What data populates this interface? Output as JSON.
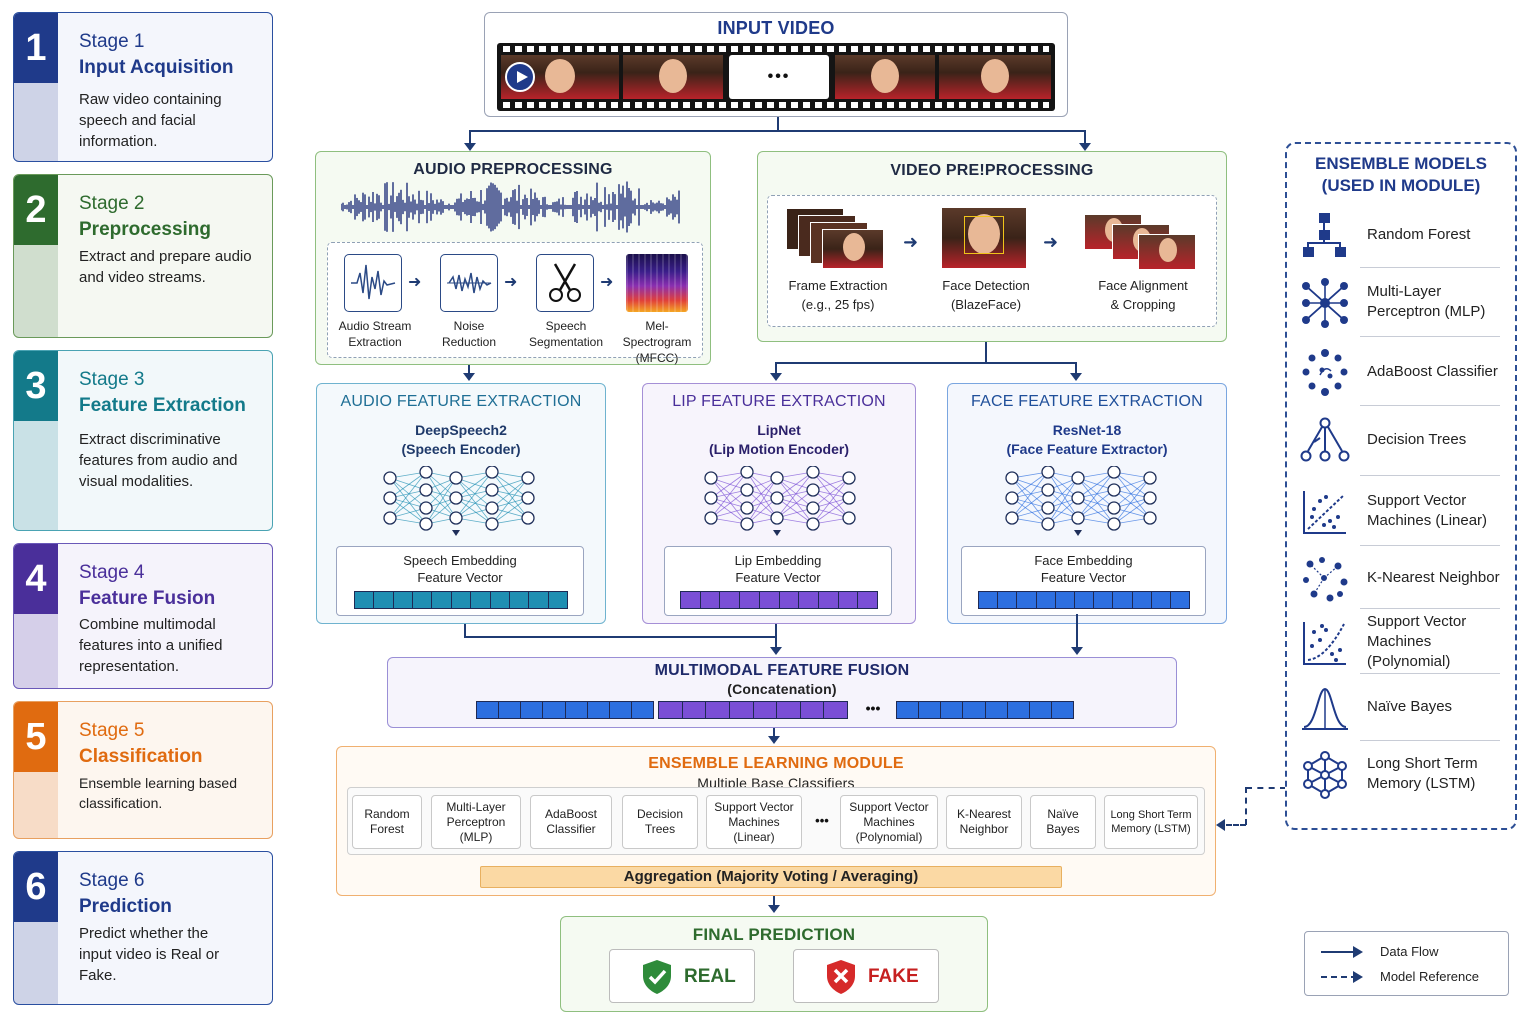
{
  "stages": [
    {
      "num": "1",
      "title": "Stage 1",
      "name": "Input Acquisition",
      "desc": "Raw video containing speech and facial information.",
      "color": "#1f3a8a"
    },
    {
      "num": "2",
      "title": "Stage 2",
      "name": "Preprocessing",
      "desc": "Extract and prepare audio and video streams.",
      "color": "#2e6b2e"
    },
    {
      "num": "3",
      "title": "Stage 3",
      "name": "Feature Extraction",
      "desc": "Extract discriminative features from audio and visual modalities.",
      "color": "#137a8a"
    },
    {
      "num": "4",
      "title": "Stage 4",
      "name": "Feature Fusion",
      "desc": "Combine multimodal features into a unified representation.",
      "color": "#4a2f9a"
    },
    {
      "num": "5",
      "title": "Stage 5",
      "name": "Classification",
      "desc": "Ensemble learning based classification.",
      "color": "#e06b10"
    },
    {
      "num": "6",
      "title": "Stage 6",
      "name": "Prediction",
      "desc": "Predict whether the input video is Real or Fake.",
      "color": "#1f3a8a"
    }
  ],
  "input_video": {
    "title": "INPUT VIDEO",
    "ellipsis": "•••"
  },
  "audio_pre": {
    "title": "AUDIO PREPROCESSING",
    "steps": [
      "Audio Stream Extraction",
      "Noise Reduction",
      "Speech Segmentation",
      "Mel-Spectrogram (MFCC)"
    ]
  },
  "video_pre": {
    "title": "VIDEO PRE!PROCESSING",
    "steps": [
      {
        "l1": "Frame Extraction",
        "l2": "(e.g., 25 fps)"
      },
      {
        "l1": "Face Detection",
        "l2": "(BlazeFace)"
      },
      {
        "l1": "Face Alignment",
        "l2": "& Cropping"
      }
    ]
  },
  "audio_feat": {
    "title": "AUDIO FEATURE EXTRACTION",
    "model": "DeepSpeech2",
    "model_sub": "(Speech Encoder)",
    "emb1": "Speech Embedding",
    "emb2": "Feature Vector",
    "color": "#1f8fb3"
  },
  "lip_feat": {
    "title": "LIP FEATURE EXTRACTION",
    "model": "LipNet",
    "model_sub": "(Lip Motion Encoder)",
    "emb1": "Lip Embedding",
    "emb2": "Feature Vector",
    "color": "#7a4fd6"
  },
  "face_feat": {
    "title": "FACE FEATURE EXTRACTION",
    "model": "ResNet-18",
    "model_sub": "(Face Feature Extractor)",
    "emb1": "Face Embedding",
    "emb2": "Feature Vector",
    "color": "#2d6fe0"
  },
  "fusion": {
    "title": "MULTIMODAL FEATURE FUSION",
    "sub": "(Concatenation)",
    "ellipsis": "•••"
  },
  "ensemble_module": {
    "title": "ENSEMBLE LEARNING MODULE",
    "sub": "Multiple Base Classifiers",
    "classifiers": [
      "Random Forest",
      "Multi-Layer Perceptron (MLP)",
      "AdaBoost Classifier",
      "Decision Trees",
      "Support Vector Machines (Linear)",
      "Support Vector Machines (Polynomial)",
      "K-Nearest Neighbor",
      "Naïve Bayes",
      "Long Short Term Memory (LSTM)"
    ],
    "ellipsis": "•••",
    "aggregation": "Aggregation (Majority Voting / Averaging)"
  },
  "final": {
    "title": "FINAL PREDICTION",
    "real": "REAL",
    "fake": "FAKE"
  },
  "ensemble_models": {
    "title1": "ENSEMBLE MODELS",
    "title2": "(USED IN MODULE)",
    "items": [
      {
        "name": "Random Forest",
        "icon": "tree-hierarchy-icon"
      },
      {
        "name": "Multi-Layer Perceptron (MLP)",
        "icon": "network-icon"
      },
      {
        "name": "AdaBoost Classifier",
        "icon": "dots-cluster-icon"
      },
      {
        "name": "Decision Trees",
        "icon": "decision-tree-icon"
      },
      {
        "name": "Support Vector Machines (Linear)",
        "icon": "scatter-line-icon"
      },
      {
        "name": "K-Nearest Neighbor",
        "icon": "knn-icon"
      },
      {
        "name": "Support Vector Machines (Polynomial)",
        "icon": "scatter-curve-icon"
      },
      {
        "name": "Naïve Bayes",
        "icon": "bell-curve-icon"
      },
      {
        "name": "Long Short Term Memory (LSTM)",
        "icon": "lstm-icon"
      }
    ]
  },
  "legend": {
    "data_flow": "Data Flow",
    "model_ref": "Model Reference"
  }
}
